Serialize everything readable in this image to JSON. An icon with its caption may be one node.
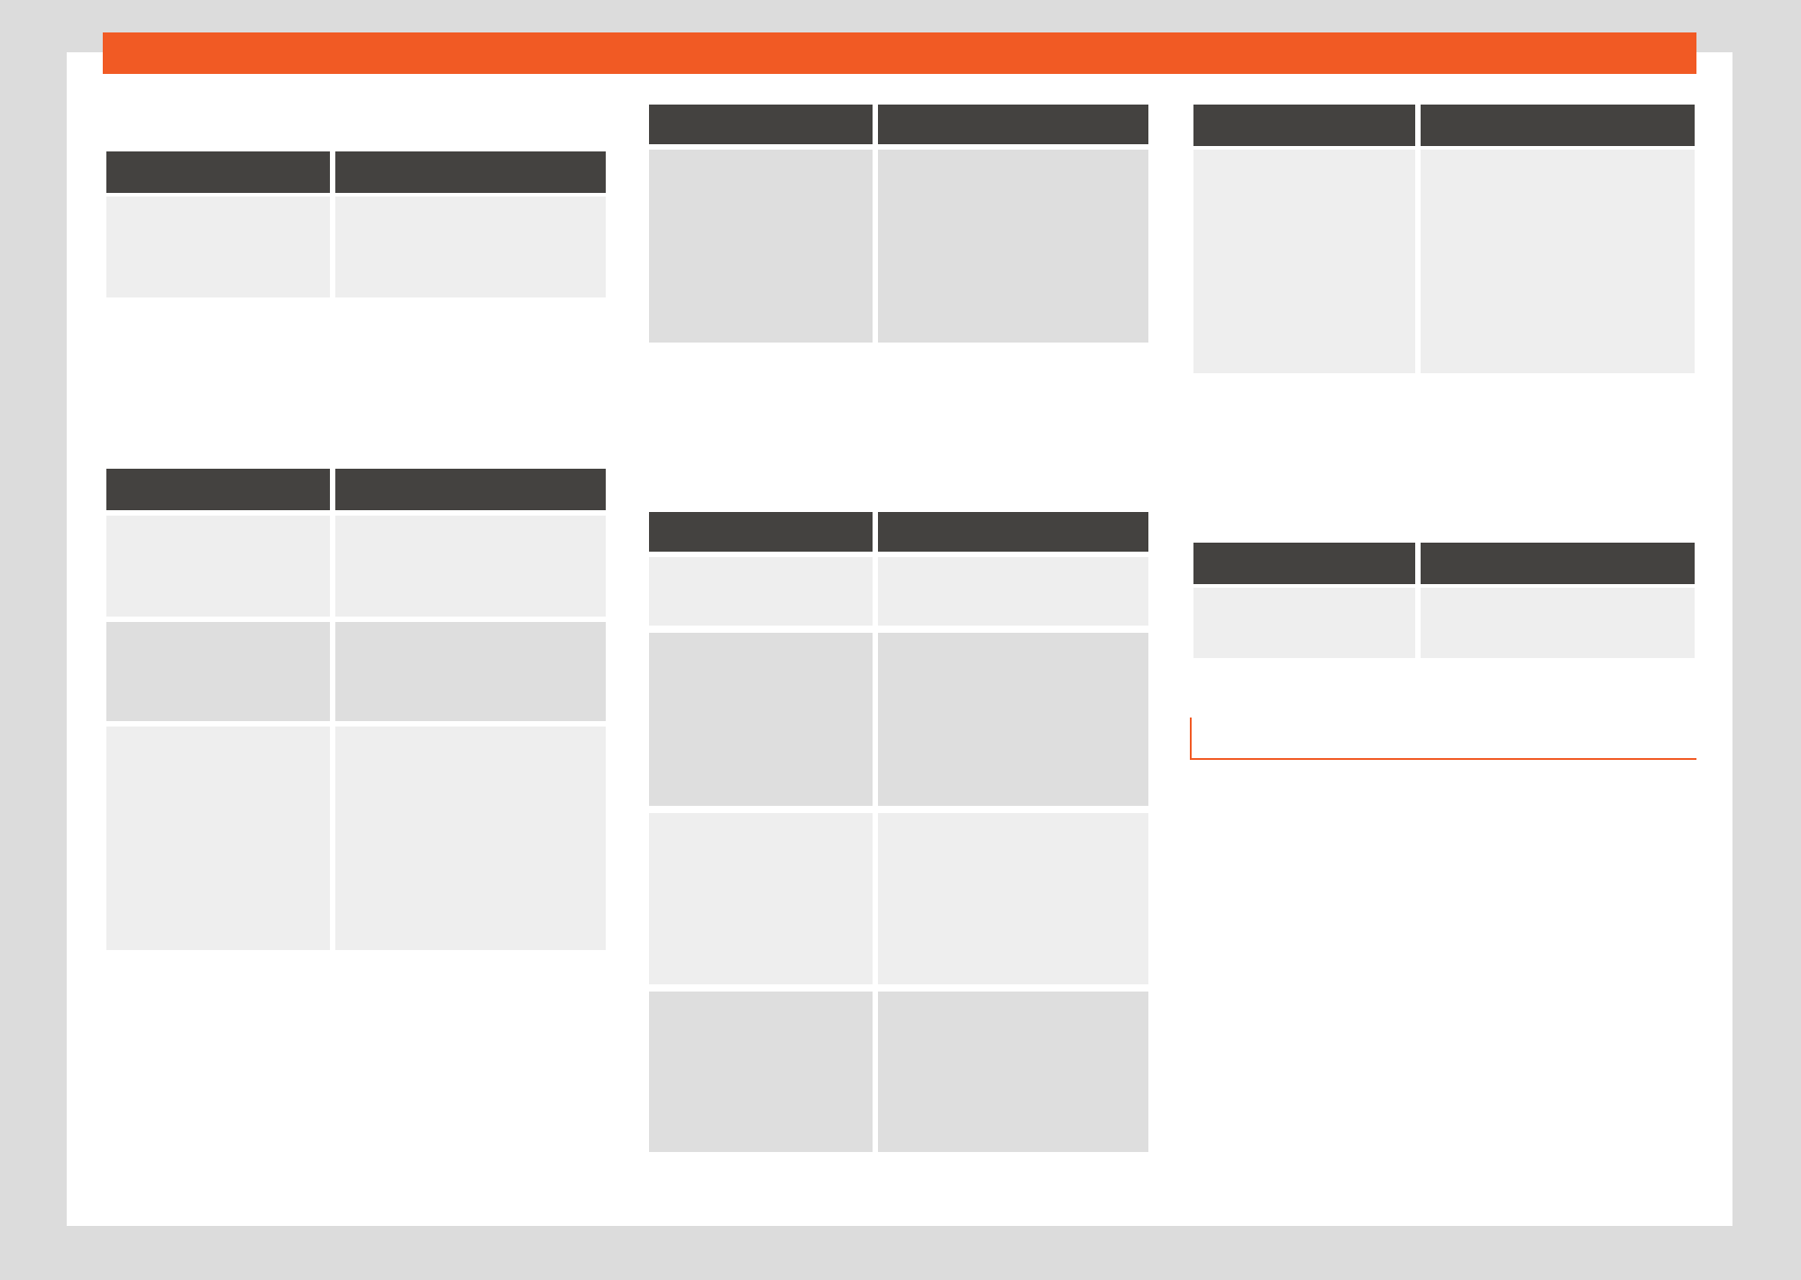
{
  "diagram": {
    "nodes": [
      {
        "text": [],
        "shape": "table"
      },
      {
        "text": [],
        "shape": "table"
      },
      {
        "text": [],
        "shape": "table"
      },
      {
        "text": [],
        "shape": "table"
      },
      {
        "text": [],
        "shape": "table"
      },
      {
        "text": [],
        "shape": "table"
      }
    ]
  }
}
